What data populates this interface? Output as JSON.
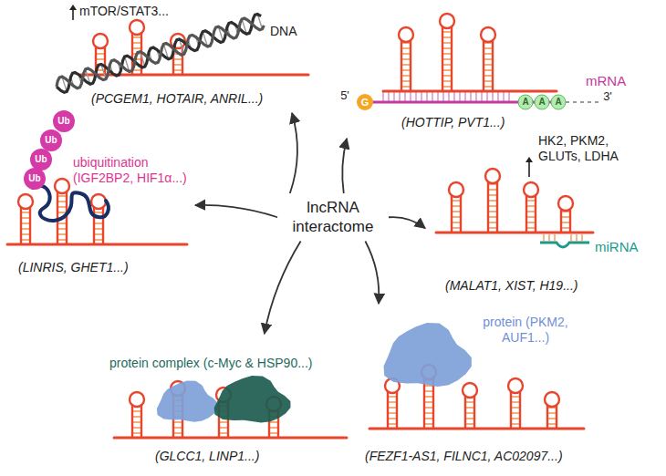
{
  "diagram": {
    "nodes": [
      {
        "text": [
          "lncRNA interactome"
        ]
      },
      {
        "text": [
          "mTOR/STAT3...",
          "DNA",
          "(PCGEM1, HOTAIR, ANRIL...)"
        ]
      },
      {
        "text": [
          "mRNA",
          "(HOTTIP, PVT1...)"
        ]
      },
      {
        "text": [
          "HK2, PKM2, GLUTs, LDHA",
          "miRNA",
          "(MALAT1, XIST, H19...)"
        ]
      },
      {
        "text": [
          "protein (PKM2, AUF1...)",
          "(FEZF1-AS1, FILNC1, AC02097...)"
        ]
      },
      {
        "text": [
          "protein complex (c-Myc & HSP90...)",
          "(GLCC1, LINP1...)"
        ]
      },
      {
        "text": [
          "ubiquitination (IGF2BP2, HIF1α...)",
          "(LINRIS, GHET1...)"
        ]
      }
    ],
    "edges": [
      {
        "from": 0,
        "to": 1,
        "arrow": "to"
      },
      {
        "from": 0,
        "to": 2,
        "arrow": "to"
      },
      {
        "from": 0,
        "to": 3,
        "arrow": "to"
      },
      {
        "from": 0,
        "to": 4,
        "arrow": "to"
      },
      {
        "from": 0,
        "to": 5,
        "arrow": "to"
      },
      {
        "from": 0,
        "to": 6,
        "arrow": "to"
      }
    ],
    "labels": [
      "5'",
      "G",
      "A",
      "A",
      "A",
      "3'",
      "Ub",
      "Ub",
      "Ub",
      "Ub"
    ]
  }
}
